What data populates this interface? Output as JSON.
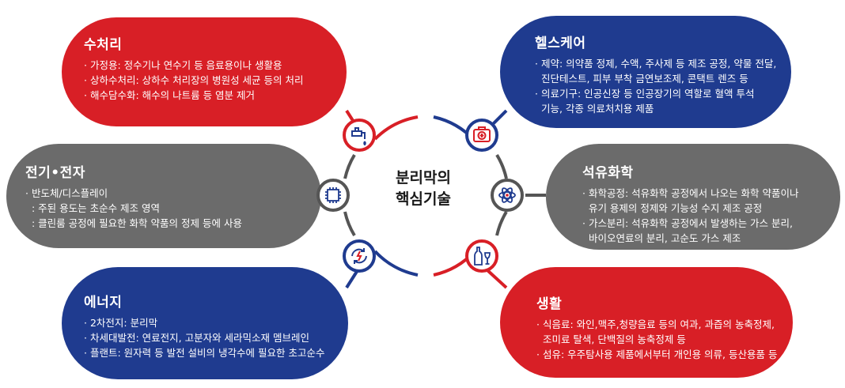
{
  "center": {
    "line1": "분리막의",
    "line2": "핵심기술"
  },
  "colors": {
    "red": "#d81f26",
    "blue": "#1f3b8f",
    "gray": "#6b6b6b"
  },
  "water": {
    "title": "수처리",
    "items": [
      "· 가정용: 정수기나 연수기 등 음료용이나 생활용",
      "· 상하수처리: 상하수 처리장의 병원성 세균 등의 처리",
      "· 해수담수화: 해수의 나트륨 등 염분 제거"
    ],
    "icon": "faucet-icon"
  },
  "electronics": {
    "title": "전기•전자",
    "items": [
      "· 반도체/디스플레이",
      "  : 주된 용도는 초순수 제조 영역",
      "  : 클린룸 공정에 필요한 화학 약품의 정제 등에 사용"
    ],
    "icon": "chip-icon"
  },
  "energy": {
    "title": "에너지",
    "items": [
      "· 2차전지: 분리막",
      "· 차세대발전: 연료전지, 고분자와 세라믹소재 멤브레인",
      "· 플랜트: 원자력 등 발전 설비의 냉각수에 필요한 초고순수"
    ],
    "icon": "recycle-energy-icon"
  },
  "healthcare": {
    "title": "헬스케어",
    "items": [
      "· 제약: 의약품 정제, 수액, 주사제 등 제조 공정, 약물 전달,",
      "  진단테스트, 피부 부착 금연보조제, 콘택트 렌즈 등",
      "· 의료기구: 인공신장 등 인공장기의 역할로 혈액 투석",
      "  기능, 각종 의료처치용 제품"
    ],
    "icon": "medical-kit-icon"
  },
  "petrochem": {
    "title": "석유화학",
    "items": [
      "· 화학공정: 석유화학 공정에서 나오는 화학 약품이나",
      "  유기 용제의 정제와 기능성 수지 제조 공정",
      "· 가스분리: 석유화학 공정에서 발생하는 가스 분리,",
      "  바이오연료의 분리, 고순도 가스 제조"
    ],
    "icon": "atom-icon"
  },
  "living": {
    "title": "생활",
    "items": [
      "· 식음료: 와인,맥주,청량음료 등의 여과, 과즙의 농축정제,",
      "  조미료 탈색, 단백질의 농축정제 등",
      "· 섬유: 우주탐사용 제품에서부터 개인용 의류, 등산용품 등"
    ],
    "icon": "wine-bottle-icon"
  }
}
